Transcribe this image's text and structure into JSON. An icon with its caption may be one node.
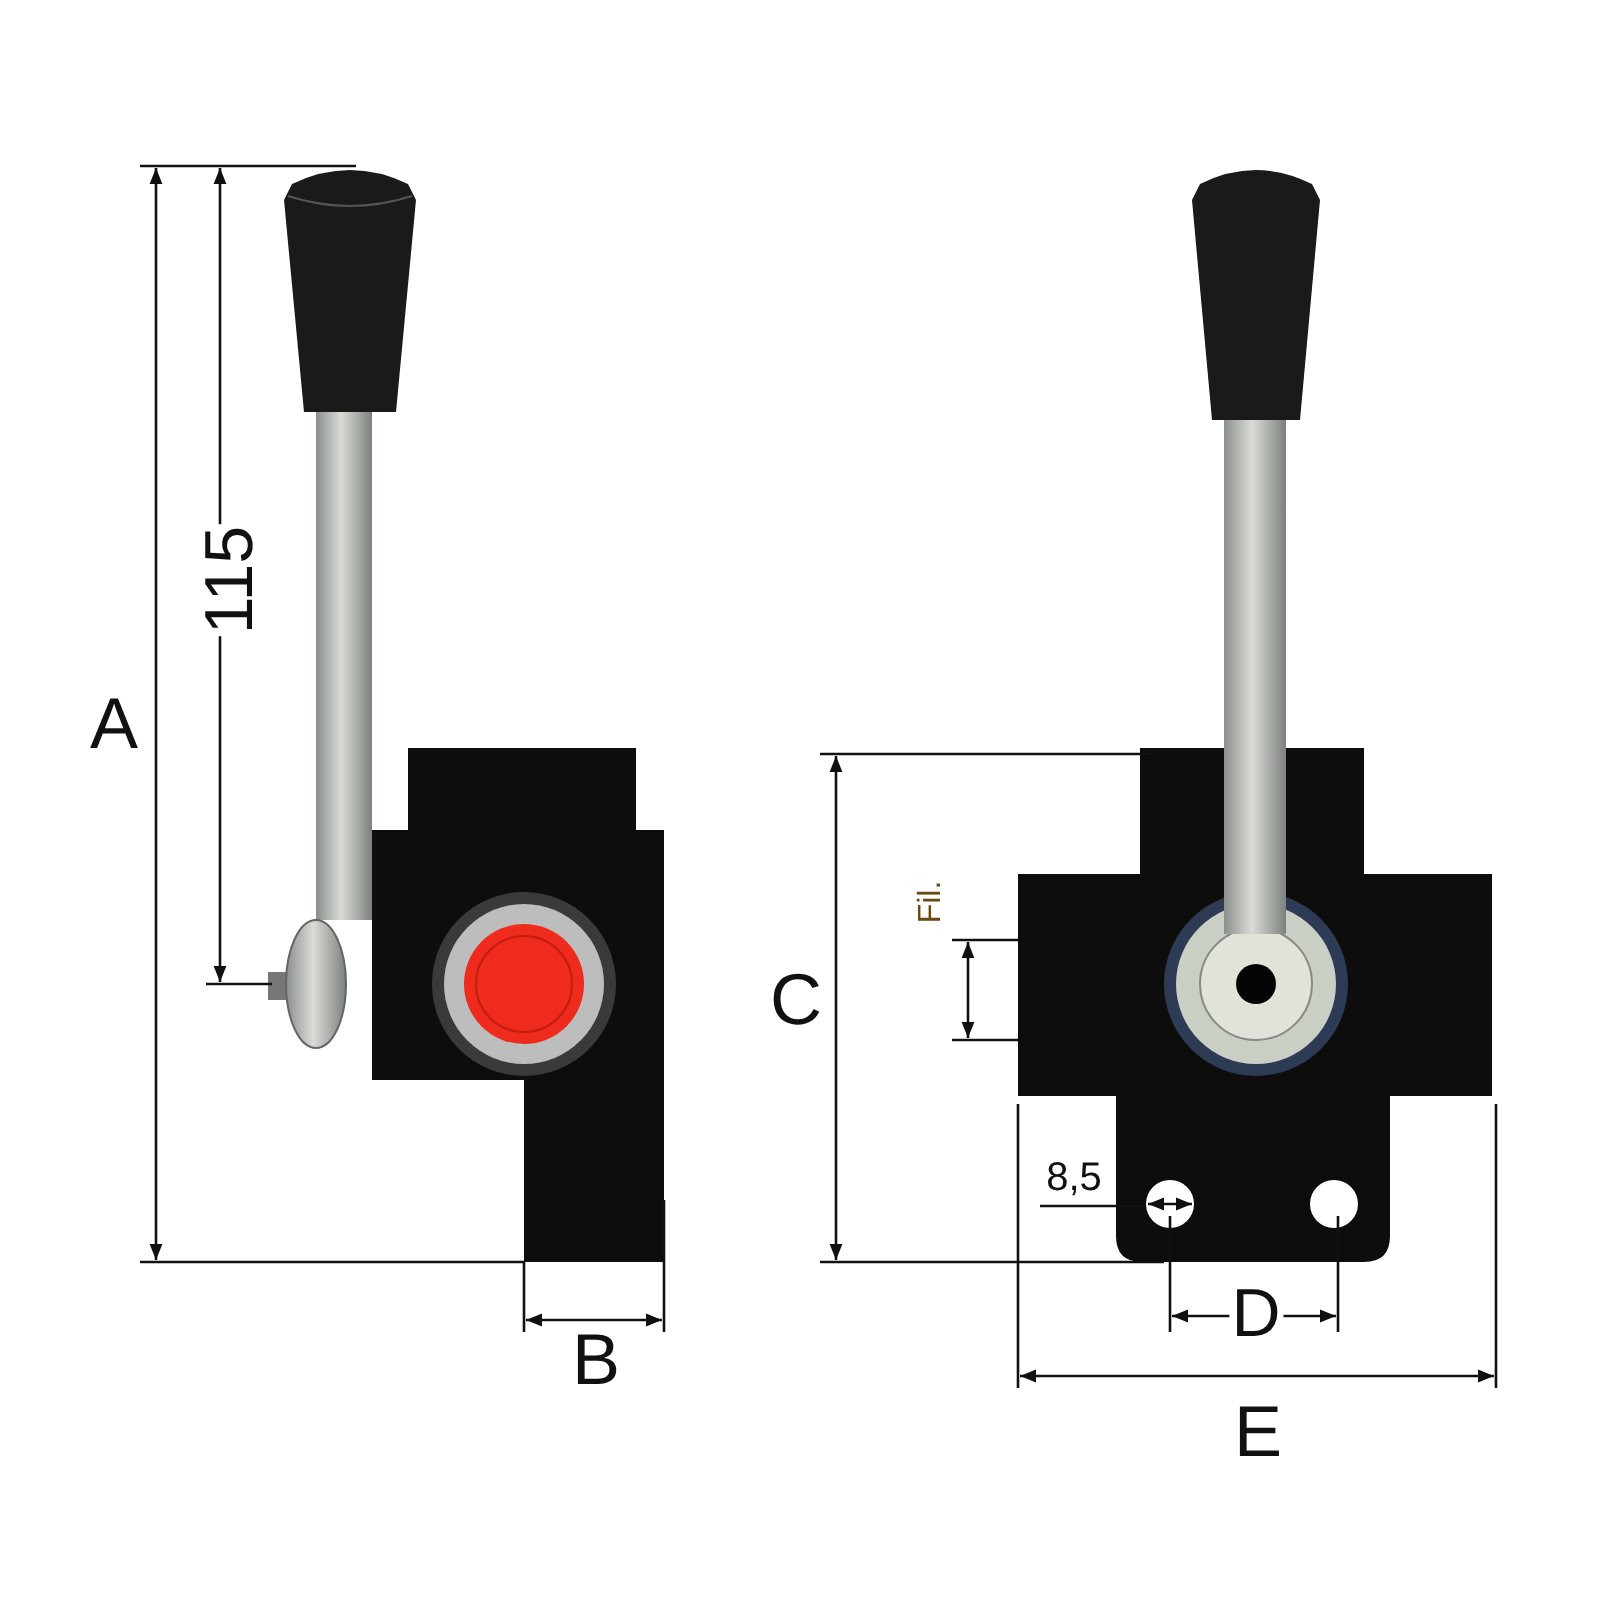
{
  "diagram": {
    "labels": [
      "115",
      "A",
      "Fil.",
      "C",
      "8,5",
      "D",
      "B",
      "E"
    ]
  }
}
